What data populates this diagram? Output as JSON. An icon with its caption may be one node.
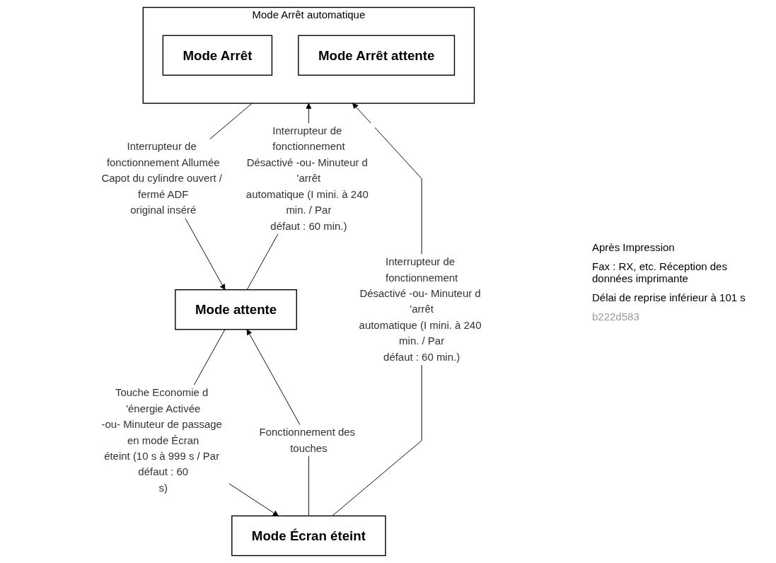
{
  "diagram": {
    "nodes": [
      {
        "text": [
          "Mode attente"
        ]
      },
      {
        "text": [
          "Mode Écran éteint"
        ]
      },
      {
        "text": [
          "Mode Arrêt automatique"
        ]
      },
      {
        "text": [
          "Mode Arrêt"
        ],
        "in": 2
      },
      {
        "text": [
          "Mode Arrêt attente"
        ],
        "in": 2
      }
    ],
    "edges": [
      {
        "from": 0,
        "to": 1,
        "arrow": "to",
        "label": "Touche Economie d 'énergie Activée -ou- Minuteur de passage en mode Écran éteint (10 s à 999 s / Par défaut : 60 s)"
      },
      {
        "from": 0,
        "to": 2,
        "arrow": "to",
        "label": "Interrupteur de fonctionnement Désactivé -ou- Minuteur d 'arrêt automatique (I mini. à 240 min. / Par défaut : 60 min.)"
      },
      {
        "from": 1,
        "to": 2,
        "arrow": "to",
        "label": "Interrupteur de fonctionnement Désactivé -ou- Minuteur d 'arrêt automatique (I mini. à 240 min. / Par défaut : 60 min.)"
      },
      {
        "from": 1,
        "to": 0,
        "arrow": "to",
        "label": "Fonctionnement des touches"
      },
      {
        "from": 2,
        "to": 0,
        "arrow": "to",
        "label": "Interrupteur de fonctionnement Allumée Capot du cylindre ouvert / fermé ADF original inséré"
      }
    ],
    "labels": [
      "Après Impression",
      "Fax : RX, etc. Réception des données imprimante",
      "Délai de reprise inférieur à 101 s",
      "b222d583"
    ]
  }
}
